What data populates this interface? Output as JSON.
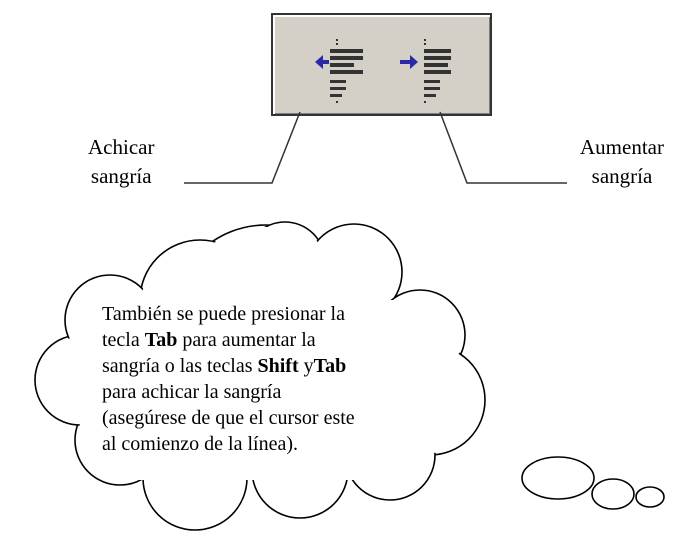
{
  "buttons": {
    "decrease_indent": {
      "label_line1": "Achicar",
      "label_line2": "sangría"
    },
    "increase_indent": {
      "label_line1": "Aumentar",
      "label_line2": "sangría"
    }
  },
  "tip": {
    "l1": "También se puede presionar la",
    "l2a": "tecla ",
    "l2b": "Tab",
    "l2c": " para aumentar la",
    "l3a": "sangría o las teclas ",
    "l3b": "Shift",
    "l3c": " y",
    "l3d": "Tab",
    "l4": "para achicar la sangría",
    "l5": "(asegúrese de que el cursor este",
    "l6": "al comienzo de la línea)."
  },
  "colors": {
    "toolbar_bg": "#d4d0c8",
    "arrow": "#2a2aa8",
    "lines": "#333333"
  },
  "icons": [
    "decrease-indent-icon",
    "increase-indent-icon"
  ]
}
